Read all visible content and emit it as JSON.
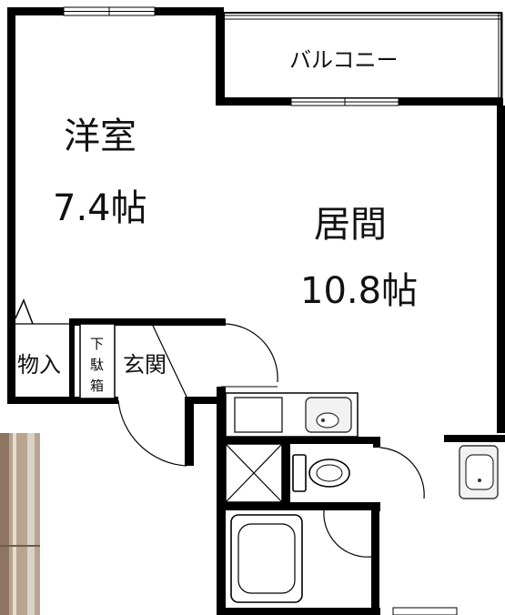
{
  "rooms": {
    "western_room": {
      "name": "洋室",
      "size": "7.4帖"
    },
    "living": {
      "name": "居間",
      "size": "10.8帖"
    },
    "balcony": {
      "name": "バルコニー"
    },
    "storage": {
      "name": "物入"
    },
    "shoe_box": {
      "name": "下駄箱"
    },
    "entrance": {
      "name": "玄関"
    }
  },
  "shoe_box_chars": [
    "下",
    "駄",
    "箱"
  ]
}
